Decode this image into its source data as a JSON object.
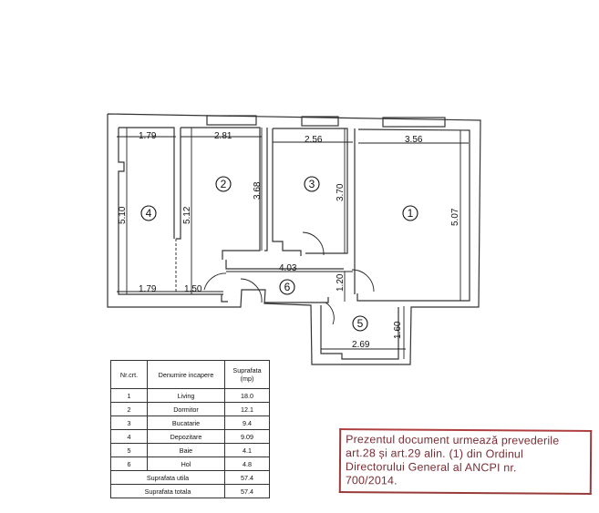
{
  "floor_plan": {
    "rooms": [
      {
        "id": "1",
        "label": "1",
        "dims": {
          "width": "3.56",
          "length": "5.07"
        }
      },
      {
        "id": "2",
        "label": "2",
        "dims": {
          "width": "2.81",
          "length": "3.68",
          "side": "5.12"
        }
      },
      {
        "id": "3",
        "label": "3",
        "dims": {
          "width": "2.56",
          "length": "3.70"
        }
      },
      {
        "id": "4",
        "label": "4",
        "dims": {
          "width_top": "1.79",
          "width_bottom": "1.79",
          "length": "5.10"
        }
      },
      {
        "id": "5",
        "label": "5",
        "dims": {
          "width": "2.69",
          "length": "1.60"
        }
      },
      {
        "id": "6",
        "label": "6",
        "dims": {
          "width": "4.03",
          "length": "1.20",
          "extra": "1.50"
        }
      }
    ]
  },
  "table": {
    "headers": {
      "nr": "Nr.crt.",
      "name": "Denumire incapere",
      "area": "Suprafata (mp)"
    },
    "rows": [
      {
        "nr": "1",
        "name": "Living",
        "area": "18.0"
      },
      {
        "nr": "2",
        "name": "Dormitor",
        "area": "12.1"
      },
      {
        "nr": "3",
        "name": "Bucatarie",
        "area": "9.4"
      },
      {
        "nr": "4",
        "name": "Depozitare",
        "area": "9.09"
      },
      {
        "nr": "5",
        "name": "Baie",
        "area": "4.1"
      },
      {
        "nr": "6",
        "name": "Hol",
        "area": "4.8"
      }
    ],
    "totals": [
      {
        "label": "Suprafata utila",
        "value": "57.4"
      },
      {
        "label": "Suprafata totala",
        "value": "57.4"
      }
    ]
  },
  "stamp": {
    "lines": [
      "Prezentul document urmează prevederile",
      "art.28  și art.29 alin. (1) din Ordinul",
      "Directorului General al ANCPI nr.",
      "700/2014."
    ],
    "color": "#7a2e34"
  }
}
